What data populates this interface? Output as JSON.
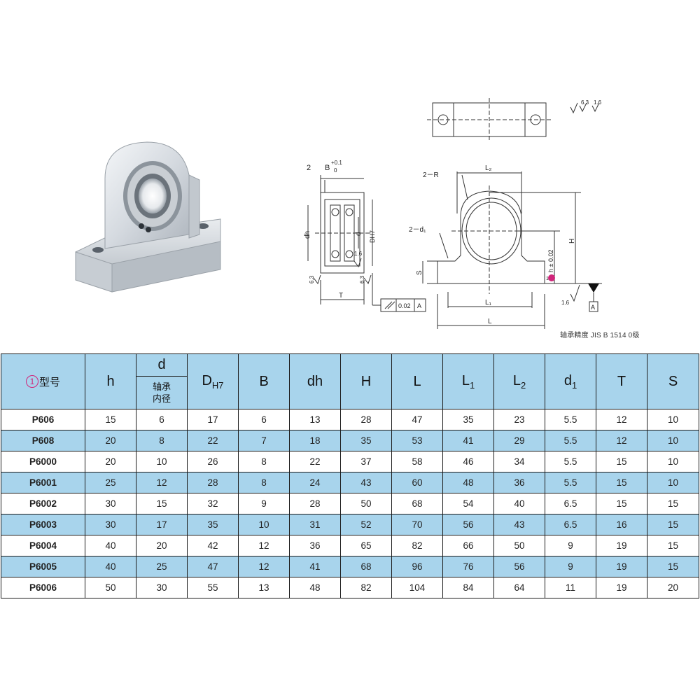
{
  "drawing": {
    "dim_2": "2",
    "dim_B": "B",
    "tol_B_upper": "+0.1",
    "tol_B_lower": "0",
    "dim_dh": "dh",
    "dim_d": "d",
    "dim_DH7": "DH7",
    "rough_16": "1.6",
    "rough_63_left": "6.3",
    "rough_63_right": "6.3",
    "dim_T": "T",
    "dim_S": "S",
    "dim_2R": "2－R",
    "dim_2d1": "2－d₁",
    "dim_L2": "L₂",
    "dim_L1": "L₁",
    "dim_L": "L",
    "dim_H": "H",
    "dim_h_tol": "h ± 0.02",
    "circled_marker": "1",
    "rough_16_base": "1.6",
    "datum_A": "A",
    "parallel_tol": "0.02",
    "parallel_datum": "A",
    "rough_symbol_63": "6.3",
    "rough_symbol_16": "1.6"
  },
  "note": "轴承精度  JIS  B  1514 0级",
  "table": {
    "header": {
      "model_marker": "1",
      "model": "型号",
      "h": "h",
      "d": "d",
      "d_sub_line1": "轴承",
      "d_sub_line2": "内径",
      "DH7_main": "D",
      "DH7_sub": "H7",
      "B": "B",
      "dh": "dh",
      "H": "H",
      "L": "L",
      "L1_main": "L",
      "L1_sub": "1",
      "L2_main": "L",
      "L2_sub": "2",
      "d1_main": "d",
      "d1_sub": "1",
      "T": "T",
      "S": "S"
    },
    "rows": [
      [
        "P606",
        "15",
        "6",
        "17",
        "6",
        "13",
        "28",
        "47",
        "35",
        "23",
        "5.5",
        "12",
        "10"
      ],
      [
        "P608",
        "20",
        "8",
        "22",
        "7",
        "18",
        "35",
        "53",
        "41",
        "29",
        "5.5",
        "12",
        "10"
      ],
      [
        "P6000",
        "20",
        "10",
        "26",
        "8",
        "22",
        "37",
        "58",
        "46",
        "34",
        "5.5",
        "15",
        "10"
      ],
      [
        "P6001",
        "25",
        "12",
        "28",
        "8",
        "24",
        "43",
        "60",
        "48",
        "36",
        "5.5",
        "15",
        "10"
      ],
      [
        "P6002",
        "30",
        "15",
        "32",
        "9",
        "28",
        "50",
        "68",
        "54",
        "40",
        "6.5",
        "15",
        "15"
      ],
      [
        "P6003",
        "30",
        "17",
        "35",
        "10",
        "31",
        "52",
        "70",
        "56",
        "43",
        "6.5",
        "16",
        "15"
      ],
      [
        "P6004",
        "40",
        "20",
        "42",
        "12",
        "36",
        "65",
        "82",
        "66",
        "50",
        "9",
        "19",
        "15"
      ],
      [
        "P6005",
        "40",
        "25",
        "47",
        "12",
        "41",
        "68",
        "96",
        "76",
        "56",
        "9",
        "19",
        "15"
      ],
      [
        "P6006",
        "50",
        "30",
        "55",
        "13",
        "48",
        "82",
        "104",
        "84",
        "64",
        "11",
        "19",
        "20"
      ]
    ]
  }
}
